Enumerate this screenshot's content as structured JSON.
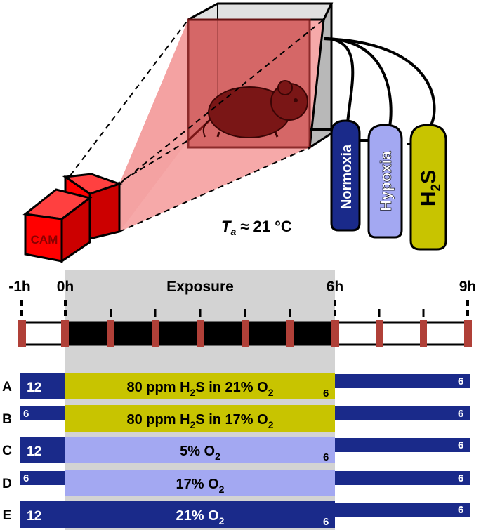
{
  "setup": {
    "camera_label": "CAM",
    "temperature_symbol": "T",
    "temperature_subscript": "a",
    "temperature_value": " ≈ 21 °C",
    "tanks": [
      {
        "label": "Normoxia",
        "color": "#1a2a8a"
      },
      {
        "label": "Hypoxia",
        "color": "#a3a8f2"
      },
      {
        "label": "H",
        "subscript": "2",
        "suffix": "S",
        "color": "#c8c400"
      }
    ]
  },
  "timeline": {
    "exposure_label": "Exposure",
    "time_labels": [
      "-1h",
      "0h",
      "6h",
      "9h"
    ],
    "exposure_fill": "#d3d3d3",
    "marker_color": "#b04038"
  },
  "rows": [
    {
      "letter": "A",
      "pre": "12",
      "post": "6",
      "end_count": "6",
      "text_before": "80 ppm H",
      "sub1": "2",
      "text_mid": "S in 21% O",
      "sub2": "2",
      "exp_color": "#c8c400",
      "thick": true
    },
    {
      "letter": "B",
      "pre": "6",
      "post": "6",
      "end_count": "",
      "text_before": "80 ppm H",
      "sub1": "2",
      "text_mid": "S in 17% O",
      "sub2": "2",
      "exp_color": "#c8c400",
      "thick": false
    },
    {
      "letter": "C",
      "pre": "12",
      "post": "6",
      "end_count": "6",
      "text_before": "5% O",
      "sub1": "2",
      "text_mid": "",
      "sub2": "",
      "exp_color": "#a3a8f2",
      "thick": true
    },
    {
      "letter": "D",
      "pre": "6",
      "post": "6",
      "end_count": "",
      "text_before": "17% O",
      "sub1": "2",
      "text_mid": "",
      "sub2": "",
      "exp_color": "#a3a8f2",
      "thick": false
    },
    {
      "letter": "E",
      "pre": "12",
      "post": "6",
      "end_count": "6",
      "text_before": "21% O",
      "sub1": "2",
      "text_mid": "",
      "sub2": "",
      "exp_color": "#1a2a8a",
      "thick": true
    }
  ],
  "colors": {
    "normoxia_bar": "#1a2a8a",
    "camera": "#ff0000",
    "chamber": "#c04040",
    "mouse": "#7a1616"
  }
}
